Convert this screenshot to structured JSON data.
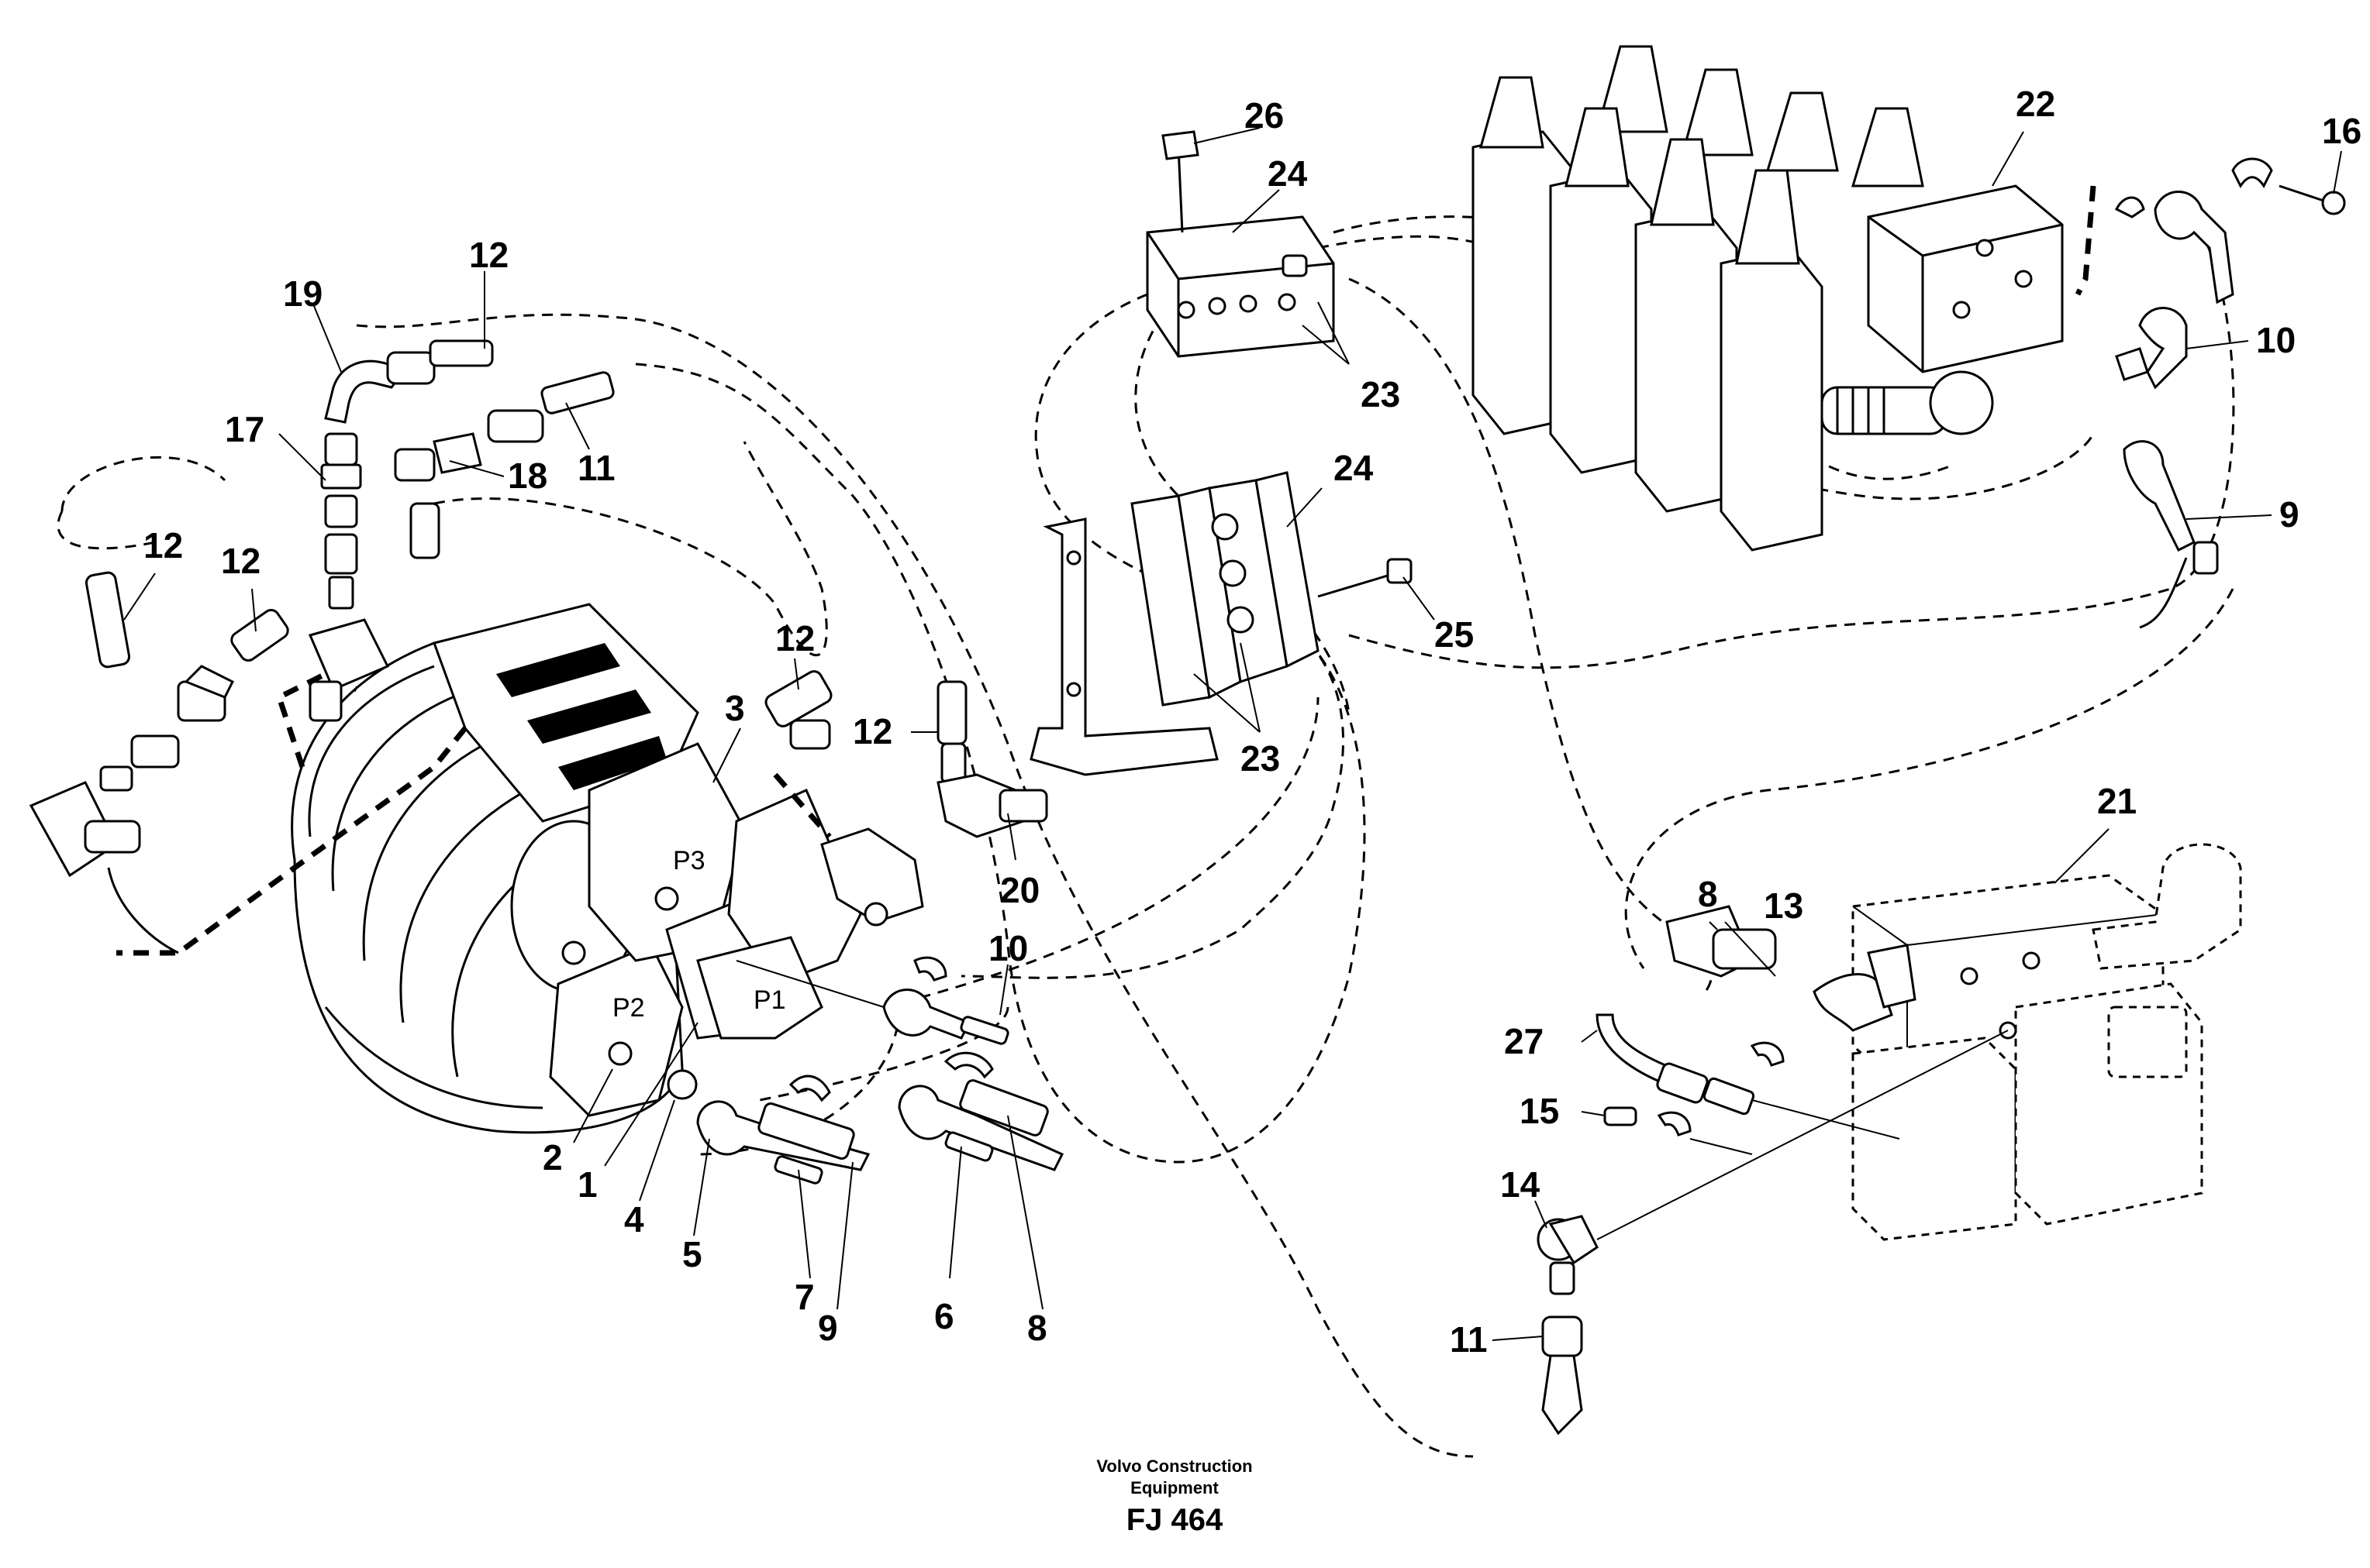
{
  "caption": {
    "line1": "Volvo Construction",
    "line2": "Equipment",
    "code": "FJ 464"
  },
  "port_tags": {
    "p1": "P1",
    "p2": "P2",
    "p3": "P3"
  },
  "callouts": {
    "c1": "1",
    "c2": "2",
    "c3": "3",
    "c4": "4",
    "c5": "5",
    "c6": "6",
    "c7": "7",
    "c8a": "8",
    "c8b": "8",
    "c9a": "9",
    "c9b": "9",
    "c10a": "10",
    "c10b": "10",
    "c11a": "11",
    "c11b": "11",
    "c12a": "12",
    "c12b": "12",
    "c12c": "12",
    "c12d": "12",
    "c12e": "12",
    "c13": "13",
    "c14": "14",
    "c15": "15",
    "c16": "16",
    "c17": "17",
    "c18": "18",
    "c19": "19",
    "c20": "20",
    "c21": "21",
    "c22": "22",
    "c23a": "23",
    "c23b": "23",
    "c24a": "24",
    "c24b": "24",
    "c25": "25",
    "c26": "26",
    "c27": "27"
  }
}
